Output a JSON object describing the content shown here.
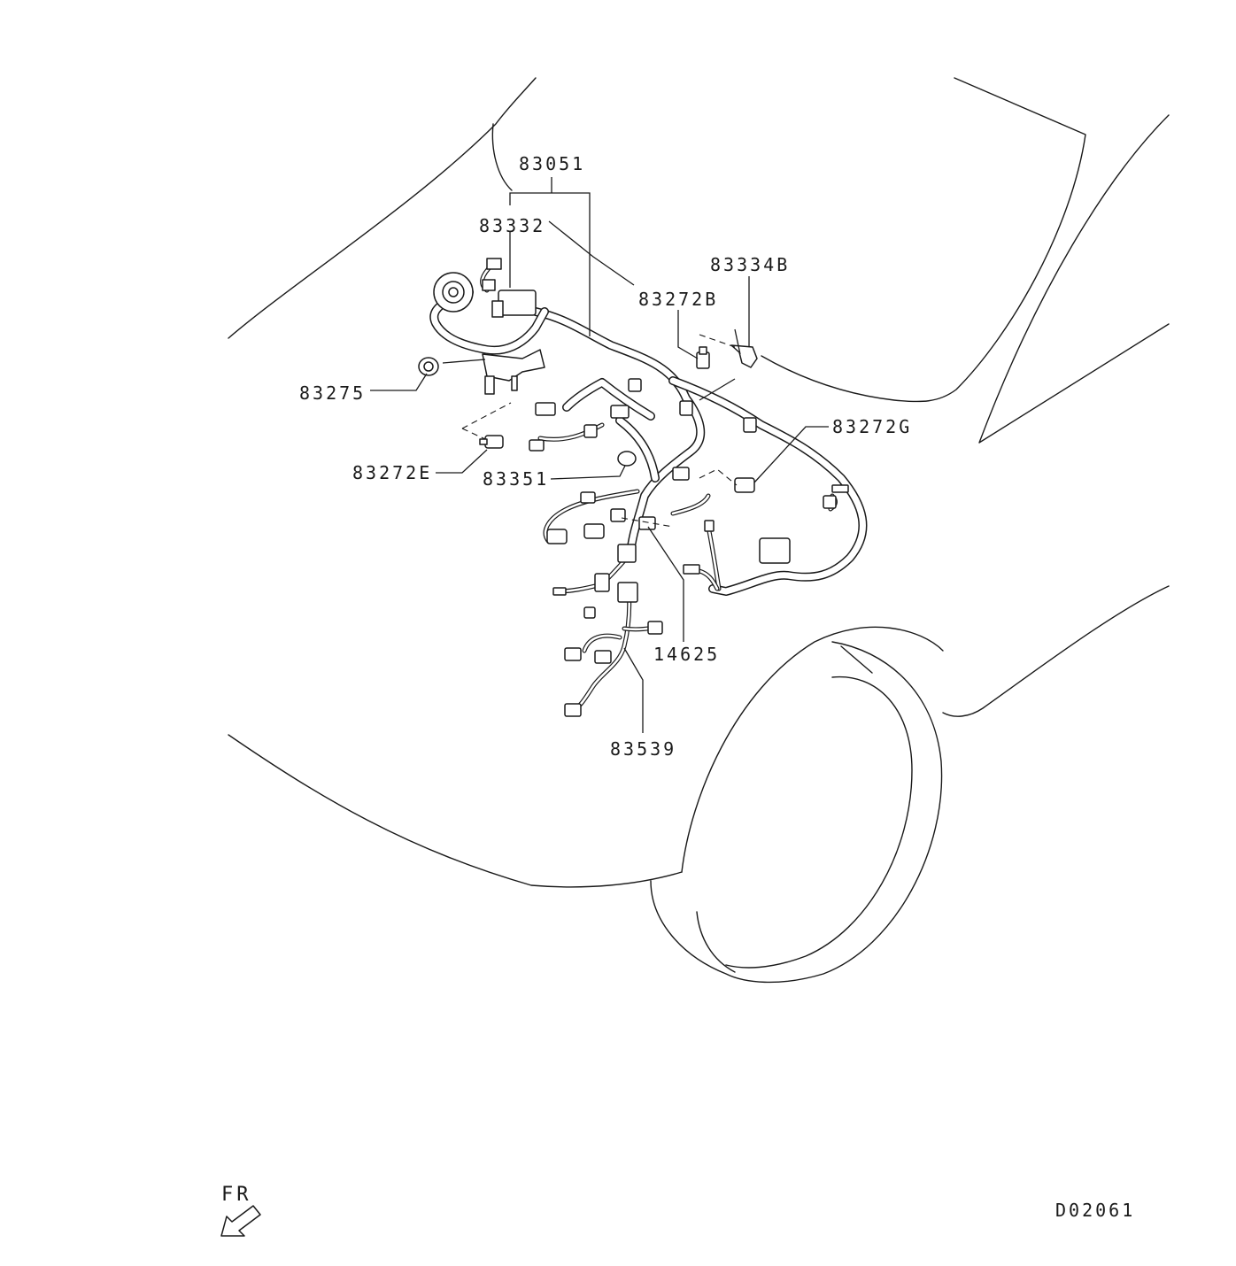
{
  "labels": {
    "p83051": "83051",
    "p83332": "83332",
    "p83334B": "83334B",
    "p83272B": "83272B",
    "p83275": "83275",
    "p83272G": "83272G",
    "p83272E": "83272E",
    "p83351": "83351",
    "p14625": "14625",
    "p83539": "83539"
  },
  "direction": {
    "label": "FR"
  },
  "diagram_code": "D02061"
}
